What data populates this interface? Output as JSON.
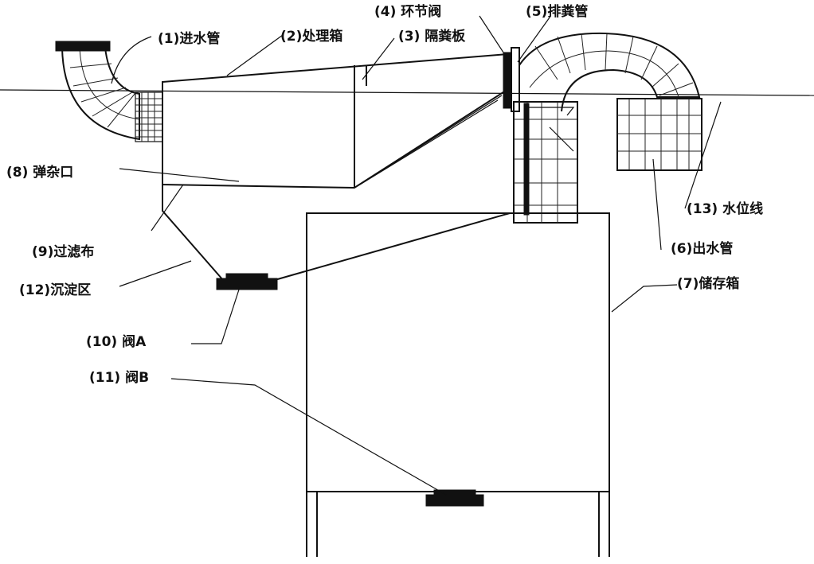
{
  "labels": {
    "l1": "(1)进水管",
    "l2": "(2)处理箱",
    "l3": "(3) 隔粪板",
    "l4": "(4) 环节阀",
    "l5": "(5)排粪管",
    "l6": "(6)出水管",
    "l7": "(7)储存箱",
    "l8": "(8) 弹杂口",
    "l9": "(9)过滤布",
    "l10": "(10) 阀A",
    "l11": "(11) 阀B",
    "l12": "(12)沉淀区",
    "l13": "(13) 水位线"
  }
}
